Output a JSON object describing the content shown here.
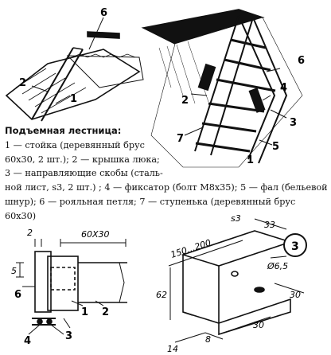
{
  "caption": {
    "title": "Подъемная лестница:",
    "lines": [
      "1 — стойка (деревянный брус",
      "60х30, 2 шт.); 2 — крышка люка;",
      "3 — направляющие скобы (сталь-",
      "ной лист, s3, 2 шт.) ; 4 — фиксатор (болт М8х35); 5 — фал (бельевой",
      "шнур); 6 — рояльная петля; 7 — ступенька (деревянный брус 60х30)"
    ]
  },
  "callouts": {
    "top_left": [
      "6",
      "2",
      "1"
    ],
    "top_right": [
      "6",
      "2",
      "4",
      "3",
      "7",
      "5",
      "1"
    ],
    "bottom_left": [
      "1",
      "2",
      "3",
      "6",
      "4"
    ],
    "bottom_right_circle": "3"
  },
  "dimensions": {
    "bl_gap": "2",
    "bl_section": "60Х30",
    "bl_left": "5",
    "br_thickness": "s3",
    "br_flange": "33",
    "br_length": "150...200",
    "br_hole": "Ø6,5",
    "br_height": "62",
    "br_slot": "30",
    "br_base": "30",
    "br_offset1": "14",
    "br_offset2": "8"
  }
}
